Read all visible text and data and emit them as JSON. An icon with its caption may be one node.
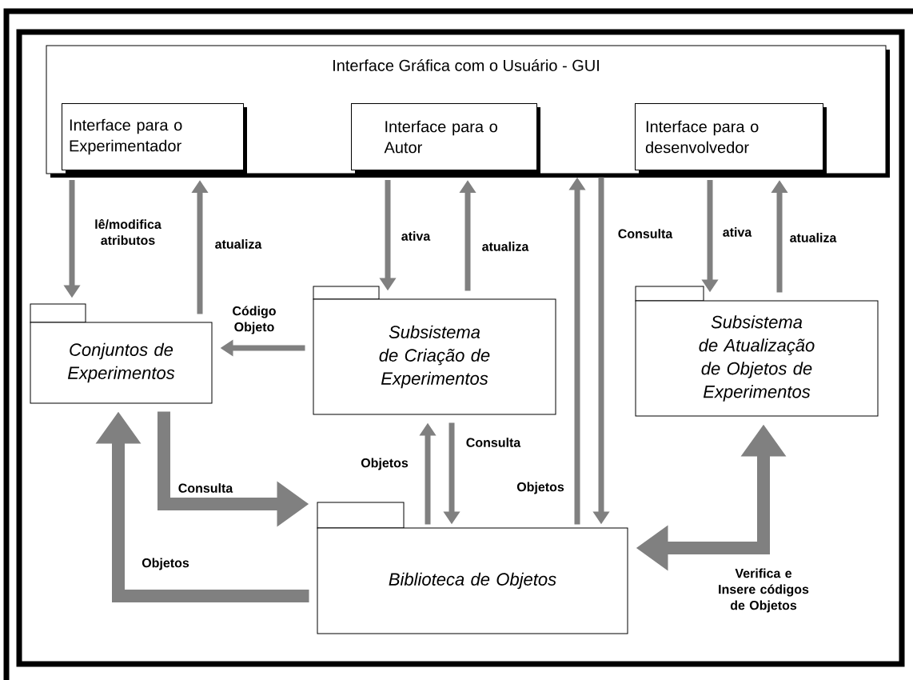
{
  "diagram": {
    "nodes": [
      {
        "text": [
          "Interface Gráfica com o Usuário - GUI"
        ]
      },
      {
        "text": [
          "Interface para o Experimentador"
        ],
        "in": 0
      },
      {
        "text": [
          "Interface para o Autor"
        ],
        "in": 0
      },
      {
        "text": [
          "Interface para o desenvolvedor"
        ],
        "in": 0
      },
      {
        "text": [
          "Conjuntos de Experimentos"
        ]
      },
      {
        "text": [
          "Subsistema de Criação de Experimentos"
        ]
      },
      {
        "text": [
          "Subsistema de Atualização de Objetos de Experimentos"
        ]
      },
      {
        "text": [
          "Biblioteca de Objetos"
        ]
      }
    ],
    "edges": [
      {
        "from": 1,
        "to": 4,
        "arrow": "to",
        "label": "lê/modifica atributos"
      },
      {
        "from": 4,
        "to": 1,
        "arrow": "to",
        "label": "atualiza"
      },
      {
        "from": 2,
        "to": 5,
        "arrow": "to",
        "label": "ativa"
      },
      {
        "from": 5,
        "to": 2,
        "arrow": "to",
        "label": "atualiza"
      },
      {
        "from": 7,
        "to": 0,
        "arrow": "to",
        "label": "Objetos"
      },
      {
        "from": 0,
        "to": 7,
        "arrow": "to",
        "label": "Consulta"
      },
      {
        "from": 3,
        "to": 6,
        "arrow": "to",
        "label": "ativa"
      },
      {
        "from": 6,
        "to": 3,
        "arrow": "to",
        "label": "atualiza"
      },
      {
        "from": 5,
        "to": 4,
        "arrow": "to",
        "label": "Código Objeto"
      },
      {
        "from": 4,
        "to": 7,
        "arrow": "to",
        "label": "Consulta",
        "style": "thick"
      },
      {
        "from": 7,
        "to": 4,
        "arrow": "to",
        "label": "Objetos",
        "style": "thick"
      },
      {
        "from": 7,
        "to": 5,
        "arrow": "to",
        "label": "Objetos"
      },
      {
        "from": 5,
        "to": 7,
        "arrow": "to",
        "label": "Consulta"
      },
      {
        "from": 7,
        "to": 6,
        "arrow": "both",
        "label": "Verifica e Insere códigos de Objetos",
        "style": "thick"
      }
    ]
  }
}
